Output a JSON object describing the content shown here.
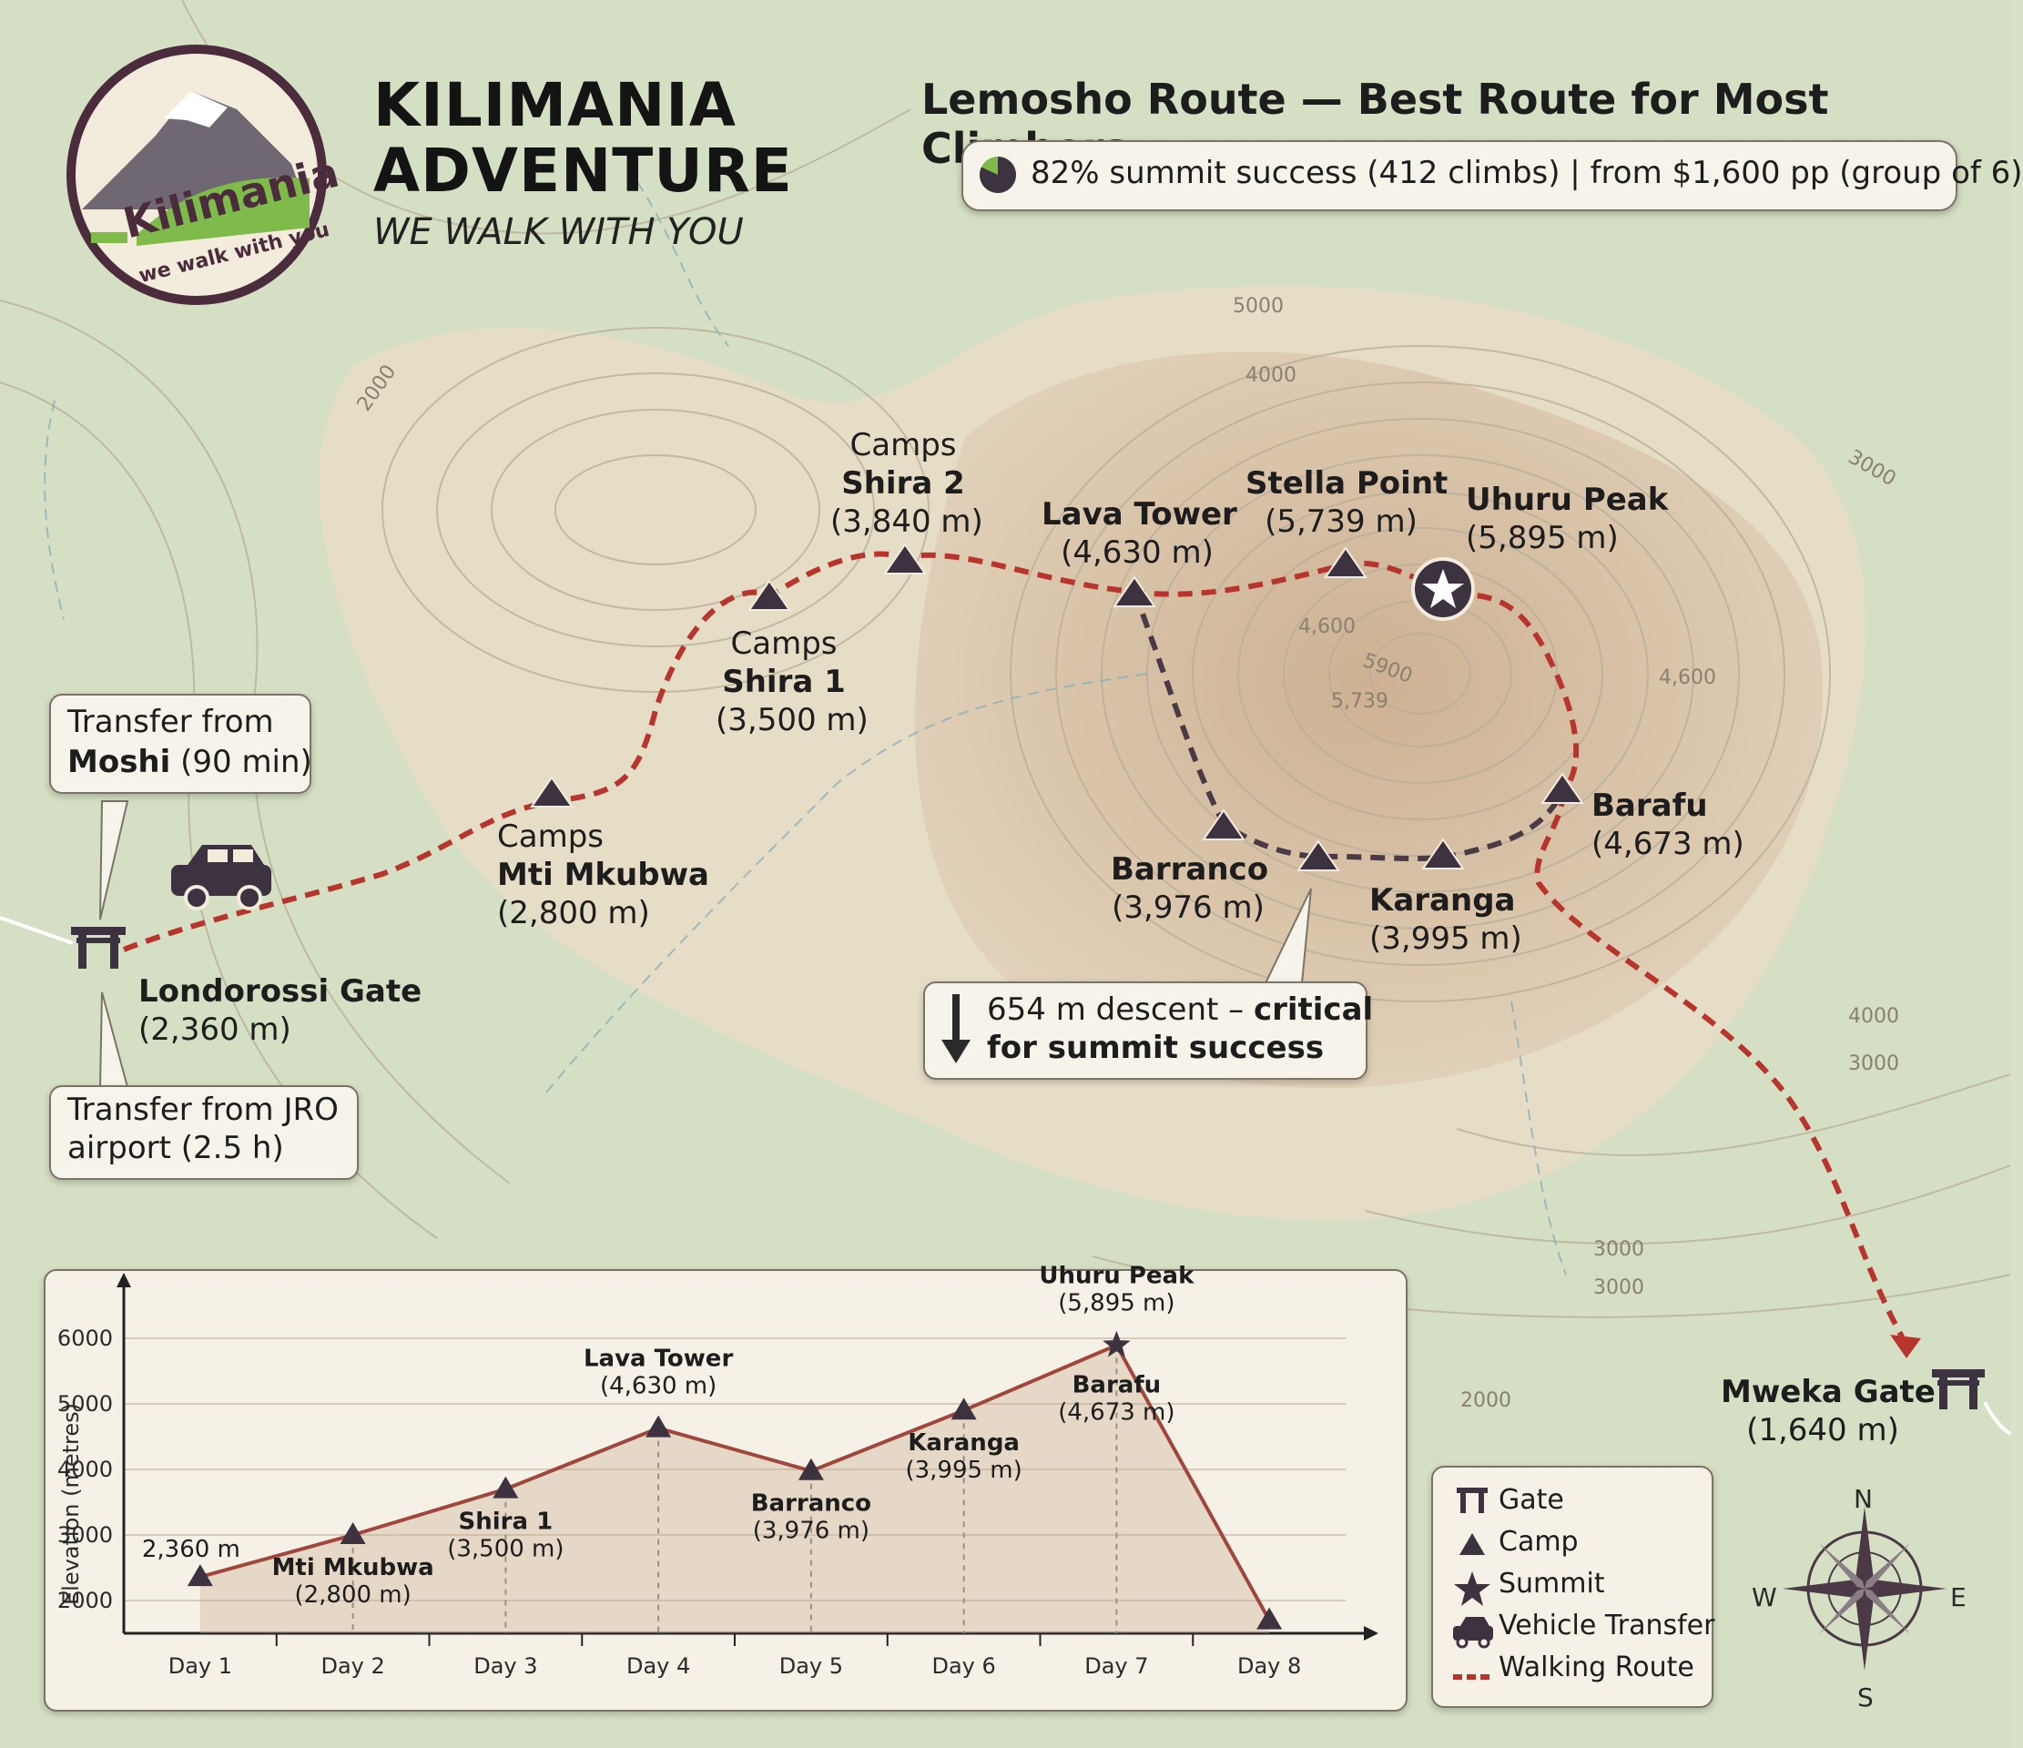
{
  "brand": {
    "name_line1": "KILIMANIA",
    "name_line2": "ADVENTURE",
    "tagline": "WE WALK WITH YOU",
    "logo_word": "Kilimania",
    "logo_tagline": "we walk with you"
  },
  "route": {
    "title": "Lemosho Route — Best Route for Most Climbers",
    "stats": "82% summit success (412 climbs) | from $1,600 pp (group of 6)",
    "summit_success_fraction": 0.82
  },
  "callouts": {
    "moshi_line1": "Transfer from",
    "moshi_bold": "Moshi",
    "moshi_rest": " (90 min)",
    "jro_line1": "Transfer from JRO",
    "jro_line2": "airport (2.5 h)",
    "descent_line1a": "654 m descent – ",
    "descent_line1b": "critical",
    "descent_line2": "for summit success"
  },
  "places": {
    "londorossi_name": "Londorossi Gate",
    "londorossi_elev": "(2,360 m)",
    "mti_prefix": "Camps",
    "mti_name": "Mti Mkubwa",
    "mti_elev": "(2,800 m)",
    "shira1_prefix": "Camps",
    "shira1_name": "Shira 1",
    "shira1_elev": "(3,500 m)",
    "shira2_prefix": "Camps",
    "shira2_name": "Shira 2",
    "shira2_elev": "(3,840 m)",
    "lava_name": "Lava Tower",
    "lava_elev": "(4,630 m)",
    "stella_name": "Stella Point",
    "stella_elev": "(5,739 m)",
    "uhuru_name": "Uhuru Peak",
    "uhuru_elev": "(5,895 m)",
    "barafu_name": "Barafu",
    "barafu_elev": "(4,673 m)",
    "barranco_name": "Barranco",
    "barranco_elev": "(3,976 m)",
    "karanga_name": "Karanga",
    "karanga_elev": "(3,995 m)",
    "mweka_name": "Mweka Gate",
    "mweka_elev": "(1,640 m)"
  },
  "contours": {
    "c5000": "5000",
    "c4000a": "4000",
    "c2000a": "2000",
    "c3000a": "3000",
    "c4600a": "4,600",
    "c5900": "5900",
    "c5739": "5,739",
    "c4600b": "4,600",
    "c4000b": "4000",
    "c3000b": "3000",
    "c3000c": "3000",
    "c3000d": "3000",
    "c2000b": "2000"
  },
  "legend": {
    "gate": "Gate",
    "camp": "Camp",
    "summit": "Summit",
    "vehicle": "Vehicle Transfer",
    "walking": "Walking Route"
  },
  "compass": {
    "n": "N",
    "s": "S",
    "e": "E",
    "w": "W"
  },
  "colors": {
    "route_red": "#b8352e",
    "descent_dark": "#4a3a45",
    "marker": "#3d3240",
    "mountain": "#d6bfa4",
    "plateau": "#e7dcc3",
    "forest": "#c9d6b3"
  },
  "chart_data": {
    "type": "line",
    "ylabel": "Elevation (metres)",
    "xlabel": "",
    "ylim": [
      1500,
      6500
    ],
    "yticks": [
      2000,
      3000,
      4000,
      5000,
      6000
    ],
    "categories": [
      "Day 1",
      "Day 2",
      "Day 3",
      "Day 4",
      "Day 5",
      "Day 6",
      "Day 7",
      "Day 8"
    ],
    "points": [
      {
        "day": "Day 1",
        "elevation": 2360,
        "label": "2,360 m",
        "marker": "camp"
      },
      {
        "day": "Day 2",
        "elevation": 3000,
        "name": "Mti Mkubwa",
        "elev_label": "(2,800 m)",
        "marker": "camp"
      },
      {
        "day": "Day 3",
        "elevation": 3700,
        "name": "Shira 1",
        "elev_label": "(3,500 m)",
        "marker": "camp"
      },
      {
        "day": "Day 4",
        "elevation": 4630,
        "name": "Lava Tower",
        "elev_label": "(4,630 m)",
        "marker": "camp"
      },
      {
        "day": "Day 5",
        "elevation": 3976,
        "name": "Barranco",
        "elev_label": "(3,976 m)",
        "marker": "camp"
      },
      {
        "day": "Day 6",
        "elevation": 4900,
        "name": "Karanga",
        "elev_label": "(3,995 m)",
        "marker": "camp"
      },
      {
        "day": "Day 7",
        "elevation": 5895,
        "name": "Uhuru Peak",
        "elev_label": "(5,895 m)",
        "marker": "summit",
        "second_name": "Barafu",
        "second_elev_label": "(4,673 m)"
      },
      {
        "day": "Day 8",
        "elevation": 1700,
        "marker": "camp"
      }
    ]
  }
}
